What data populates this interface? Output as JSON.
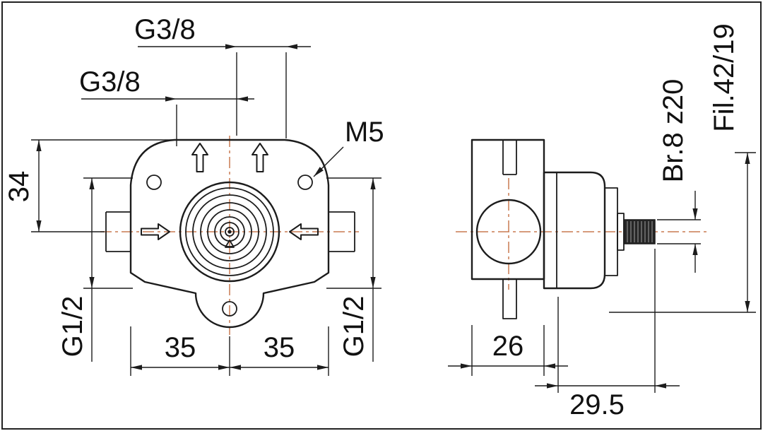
{
  "drawing": {
    "labels": {
      "g38_top": "G3/8",
      "g38_mid": "G3/8",
      "m5": "M5",
      "dim_34": "34",
      "g12_left": "G1/2",
      "g12_right": "G1/2",
      "dim_35_left": "35",
      "dim_35_right": "35",
      "dim_26": "26",
      "dim_29_5": "29.5",
      "stem_spec": "Br.8 z20",
      "depth_spec": "Fil.42/19"
    },
    "colors": {
      "outline": "#1c1c1c",
      "centerline": "#c87a50",
      "background": "#ffffff"
    }
  }
}
